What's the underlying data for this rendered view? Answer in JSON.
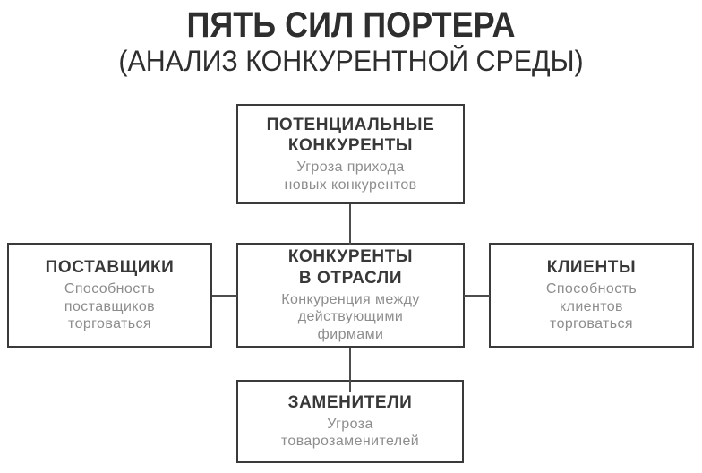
{
  "title": {
    "line1": "ПЯТЬ СИЛ ПОРТЕРА",
    "line2": "(АНАЛИЗ КОНКУРЕНТНОЙ СРЕДЫ)"
  },
  "boxes": {
    "top": {
      "heading_lines": [
        "ПОТЕНЦИАЛЬНЫЕ",
        "КОНКУРЕНТЫ"
      ],
      "subtext_lines": [
        "Угроза прихода",
        "новых конкурентов"
      ]
    },
    "left": {
      "heading_lines": [
        "ПОСТАВЩИКИ"
      ],
      "subtext_lines": [
        "Способность",
        "поставщиков",
        "торговаться"
      ]
    },
    "center": {
      "heading_lines": [
        "КОНКУРЕНТЫ",
        "В ОТРАСЛИ"
      ],
      "subtext_lines": [
        "Конкуренция между",
        "действующими",
        "фирмами"
      ]
    },
    "right": {
      "heading_lines": [
        "КЛИЕНТЫ"
      ],
      "subtext_lines": [
        "Способность",
        "клиентов",
        "торговаться"
      ]
    },
    "bottom": {
      "heading_lines": [
        "ЗАМЕНИТЕЛИ"
      ],
      "subtext_lines": [
        "Угроза",
        "товарозаменителей"
      ]
    }
  },
  "colors": {
    "ink": "#2e2e2e",
    "box_border": "#3a3a3a",
    "heading": "#383838",
    "subtext": "#8d8d8d",
    "connector_line": "#4d4d4d",
    "background": "#ffffff"
  }
}
